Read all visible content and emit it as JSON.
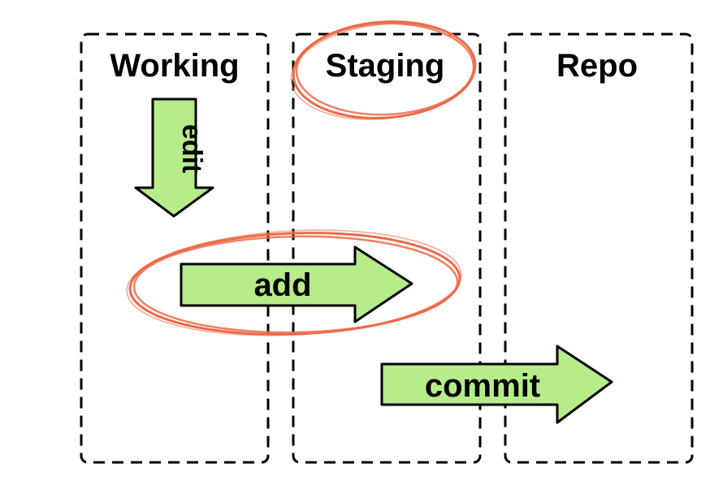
{
  "colors": {
    "arrow_fill": "#b7ec8a",
    "arrow_stroke": "#000000",
    "highlight": "#ec6a48",
    "box_stroke": "#000000",
    "background": "#ffffff"
  },
  "areas": [
    {
      "id": "working",
      "label": "Working"
    },
    {
      "id": "staging",
      "label": "Staging"
    },
    {
      "id": "repo",
      "label": "Repo"
    }
  ],
  "arrows": [
    {
      "id": "edit",
      "label": "edit",
      "direction": "down"
    },
    {
      "id": "add",
      "label": "add",
      "direction": "right"
    },
    {
      "id": "commit",
      "label": "commit",
      "direction": "right"
    }
  ],
  "highlights": [
    {
      "target": "staging-label",
      "shape": "ellipse"
    },
    {
      "target": "add-arrow",
      "shape": "ellipse"
    }
  ]
}
